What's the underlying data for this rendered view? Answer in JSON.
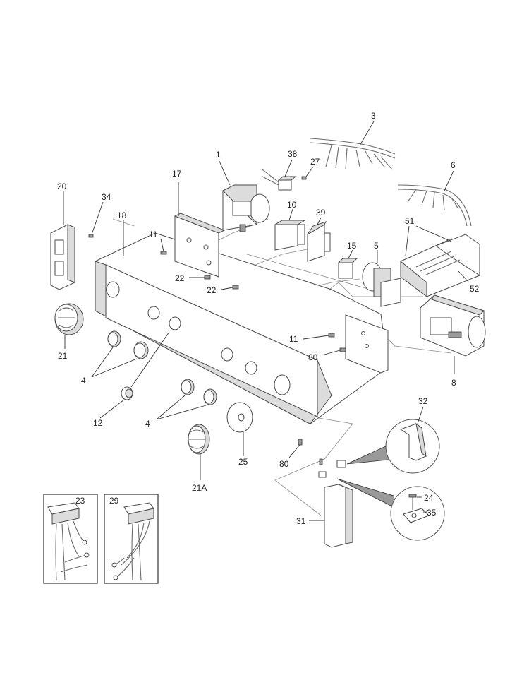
{
  "callouts": [
    {
      "id": "c1",
      "label": "1"
    },
    {
      "id": "c3",
      "label": "3"
    },
    {
      "id": "c4a",
      "label": "4"
    },
    {
      "id": "c4b",
      "label": "4"
    },
    {
      "id": "c5",
      "label": "5"
    },
    {
      "id": "c6",
      "label": "6"
    },
    {
      "id": "c8",
      "label": "8"
    },
    {
      "id": "c10",
      "label": "10"
    },
    {
      "id": "c11a",
      "label": "11"
    },
    {
      "id": "c11b",
      "label": "11"
    },
    {
      "id": "c12",
      "label": "12"
    },
    {
      "id": "c15",
      "label": "15"
    },
    {
      "id": "c17",
      "label": "17"
    },
    {
      "id": "c18",
      "label": "18"
    },
    {
      "id": "c20",
      "label": "20"
    },
    {
      "id": "c21",
      "label": "21"
    },
    {
      "id": "c21a",
      "label": "21A"
    },
    {
      "id": "c22a",
      "label": "22"
    },
    {
      "id": "c22b",
      "label": "22"
    },
    {
      "id": "c23",
      "label": "23"
    },
    {
      "id": "c24",
      "label": "24"
    },
    {
      "id": "c25",
      "label": "25"
    },
    {
      "id": "c27",
      "label": "27"
    },
    {
      "id": "c29",
      "label": "29"
    },
    {
      "id": "c31",
      "label": "31"
    },
    {
      "id": "c32",
      "label": "32"
    },
    {
      "id": "c34",
      "label": "34"
    },
    {
      "id": "c35",
      "label": "35"
    },
    {
      "id": "c38",
      "label": "38"
    },
    {
      "id": "c39",
      "label": "39"
    },
    {
      "id": "c51",
      "label": "51"
    },
    {
      "id": "c52",
      "label": "52"
    },
    {
      "id": "c80a",
      "label": "80"
    },
    {
      "id": "c80b",
      "label": "80"
    }
  ]
}
